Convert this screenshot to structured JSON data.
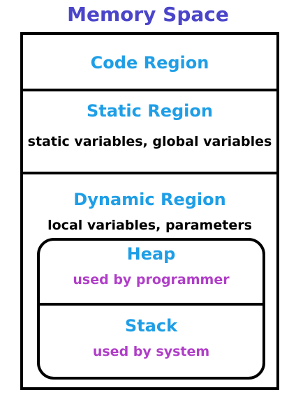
{
  "title": "Memory Space",
  "regions": [
    {
      "title": "Code Region",
      "description": ""
    },
    {
      "title": "Static Region",
      "description": "static variables, global variables"
    },
    {
      "title": "Dynamic Region",
      "description": "local variables, parameters"
    }
  ],
  "dynamic_subregions": [
    {
      "title": "Heap",
      "description": "used by programmer"
    },
    {
      "title": "Stack",
      "description": "used by system"
    }
  ],
  "colors": {
    "title": "#4a45c9",
    "region_title": "#1e9ee6",
    "subregion_description": "#b03ec8",
    "border": "#000000"
  }
}
